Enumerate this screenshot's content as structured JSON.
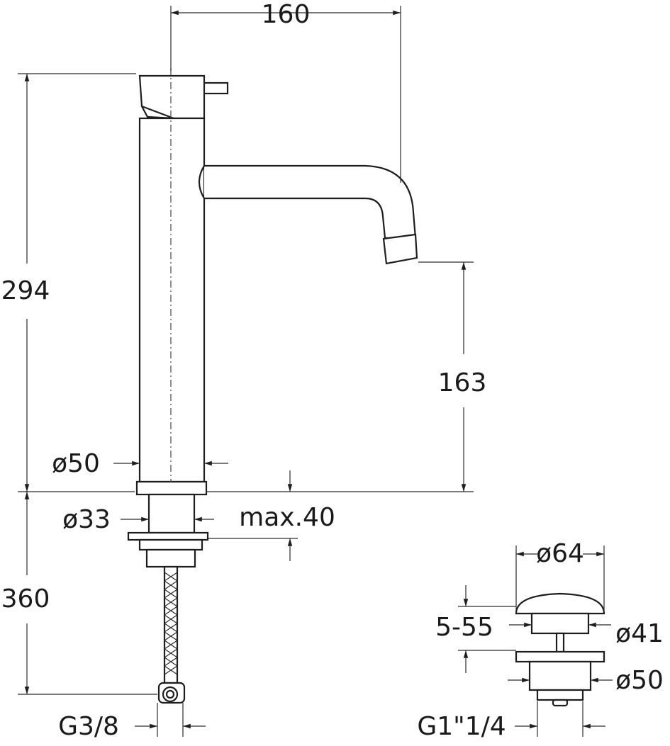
{
  "dimensions": {
    "width_top": "160",
    "height_total": "294",
    "height_spout": "163",
    "diam_body": "ø50",
    "diam_shank": "ø33",
    "max_thickness": "max.40",
    "length_below": "360",
    "thread_supply": "G3/8",
    "diam_waste_cap": "ø64",
    "waste_range": "5-55",
    "diam_waste_mid": "ø41",
    "diam_waste_flange": "ø50",
    "thread_waste": "G1\"1/4"
  },
  "colors": {
    "line": "#1e1e1e",
    "background": "#ffffff"
  }
}
